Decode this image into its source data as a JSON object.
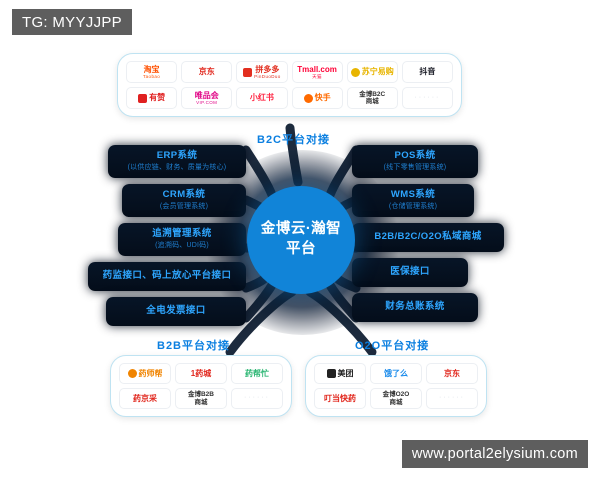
{
  "watermarks": {
    "top": "TG: MYYJJPP",
    "bottom": "www.portal2elysium.com"
  },
  "hub": {
    "line1": "金博云·瀚智",
    "line2": "平台",
    "color": "#1184d8"
  },
  "labels": {
    "b2c": "B2C平台对接",
    "b2b": "B2B平台对接",
    "o2o": "O2O平台对接",
    "color": "#0b7fe0"
  },
  "left_column": [
    {
      "title": "ERP系统",
      "subtitle": "(以供应链、财务、质量为核心)"
    },
    {
      "title": "CRM系统",
      "subtitle": "(会员管理系统)"
    },
    {
      "title": "追溯管理系统",
      "subtitle": "(追溯码、UDI码)"
    },
    {
      "title": "药监接口、码上放心平台接口",
      "subtitle": ""
    },
    {
      "title": "全电发票接口",
      "subtitle": ""
    }
  ],
  "right_column": [
    {
      "title": "POS系统",
      "subtitle": "(线下零售管理系统)"
    },
    {
      "title": "WMS系统",
      "subtitle": "(仓储管理系统)"
    },
    {
      "title": "B2B/B2C/O2O私域商城",
      "subtitle": ""
    },
    {
      "title": "医保接口",
      "subtitle": ""
    },
    {
      "title": "财务总账系统",
      "subtitle": ""
    }
  ],
  "panel_b2c": {
    "logos": [
      {
        "name": "淘宝",
        "sub": "Taobao",
        "color": "#ff5000",
        "mark": "none"
      },
      {
        "name": "京东",
        "sub": "",
        "color": "#e1251b",
        "mark": "none"
      },
      {
        "name": "拼多多",
        "sub": "PinDuoDuo",
        "color": "#e22e1f",
        "mark": "square"
      },
      {
        "name": "Tmall.com",
        "sub": "天猫",
        "color": "#ff0036",
        "mark": "none"
      },
      {
        "name": "苏宁易购",
        "sub": "",
        "color": "#e8b500",
        "mark": "round"
      },
      {
        "name": "抖音",
        "sub": "",
        "color": "#161823",
        "mark": "none"
      },
      {
        "name": "有赞",
        "sub": "",
        "color": "#e02020",
        "mark": "square"
      },
      {
        "name": "唯品会",
        "sub": "VIP.COM",
        "color": "#e10a89",
        "mark": "none"
      },
      {
        "name": "小红书",
        "sub": "",
        "color": "#ff2442",
        "mark": "none"
      },
      {
        "name": "快手",
        "sub": "",
        "color": "#ff6a00",
        "mark": "round"
      },
      {
        "name": "金博B2C",
        "sub": "商城",
        "color": "#333333",
        "mark": "none"
      },
      {
        "name": "",
        "sub": "",
        "color": "#d8dde4",
        "mark": "none"
      }
    ]
  },
  "panel_b2b": {
    "logos": [
      {
        "name": "药师帮",
        "sub": "",
        "color": "#f08400",
        "mark": "round"
      },
      {
        "name": "1药城",
        "sub": "",
        "color": "#e1251b",
        "mark": "none"
      },
      {
        "name": "药帮忙",
        "sub": "",
        "color": "#2bb673",
        "mark": "none"
      },
      {
        "name": "药京采",
        "sub": "",
        "color": "#e1251b",
        "mark": "none"
      },
      {
        "name": "金博B2B",
        "sub": "商城",
        "color": "#333333",
        "mark": "none"
      },
      {
        "name": "",
        "sub": "",
        "color": "#d8dde4",
        "mark": "none"
      }
    ]
  },
  "panel_o2o": {
    "logos": [
      {
        "name": "美团",
        "sub": "",
        "color": "#222222",
        "mark": "square"
      },
      {
        "name": "饿了么",
        "sub": "",
        "color": "#1c8ceb",
        "mark": "none"
      },
      {
        "name": "京东",
        "sub": "",
        "color": "#e1251b",
        "mark": "none"
      },
      {
        "name": "叮当快药",
        "sub": "",
        "color": "#e1251b",
        "mark": "none"
      },
      {
        "name": "金博O2O",
        "sub": "商城",
        "color": "#333333",
        "mark": "none"
      },
      {
        "name": "",
        "sub": "",
        "color": "#d8dde4",
        "mark": "none"
      }
    ]
  }
}
